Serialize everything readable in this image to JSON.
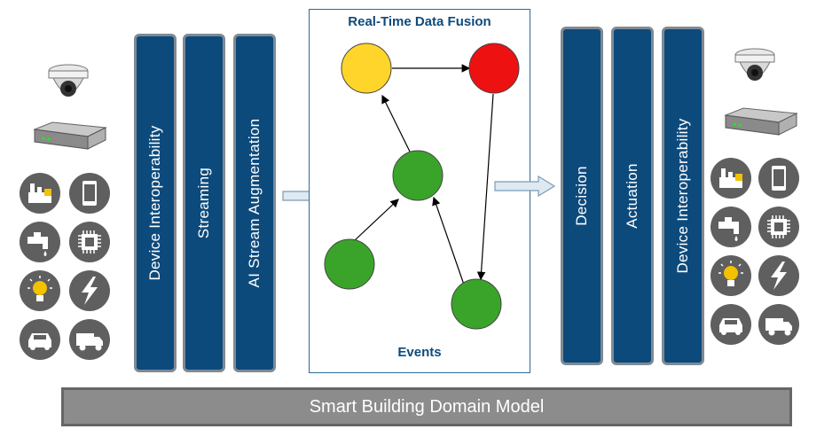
{
  "left_pillars": [
    "Device  Interoperability",
    "Streaming",
    "AI Stream Augmentation"
  ],
  "right_pillars": [
    "Decision",
    "Actuation",
    "Device  Interoperability"
  ],
  "fusion": {
    "title": "Real-Time Data Fusion",
    "events_label": "Events",
    "node_colors": {
      "yellow": "#ffd52b",
      "red": "#ee1111",
      "green": "#3aa42a"
    }
  },
  "footer": {
    "label": "Smart Building Domain Model"
  },
  "colors": {
    "pillar": "#0d4a7c",
    "icon_circle": "#5f5f5f",
    "footer": "#8c8c8c"
  },
  "icons": [
    "factory-icon",
    "phone-icon",
    "faucet-icon",
    "chip-icon",
    "bulb-icon",
    "lightning-icon",
    "car-icon",
    "truck-icon",
    "camera-icon",
    "server-icon"
  ]
}
